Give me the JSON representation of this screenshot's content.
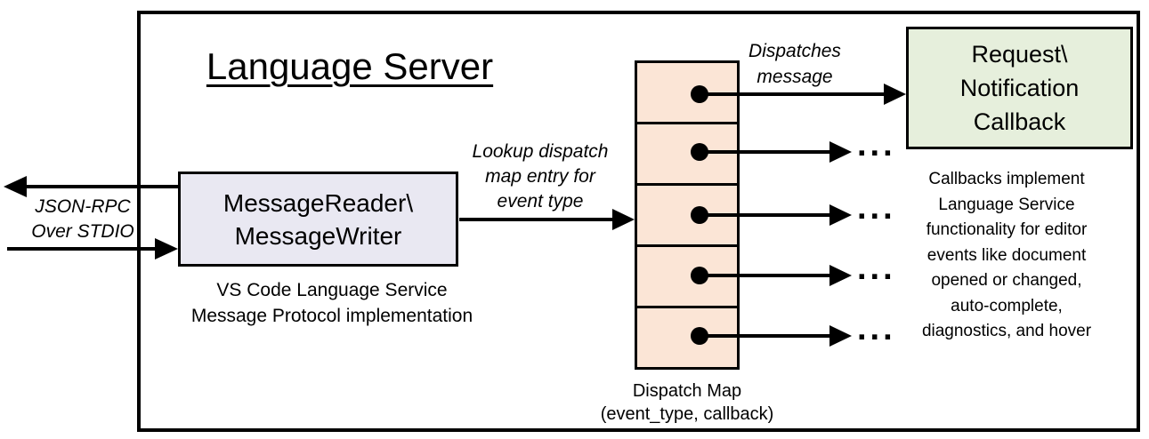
{
  "diagram": {
    "title": "Language Server",
    "io_label": [
      "JSON-RPC",
      "Over STDIO"
    ],
    "reader_writer_box": [
      "MessageReader\\",
      "MessageWriter"
    ],
    "reader_writer_caption": [
      "VS Code Language Service",
      "Message Protocol implementation"
    ],
    "lookup_label": [
      "Lookup dispatch",
      "map entry for",
      "event type"
    ],
    "dispatches_label": [
      "Dispatches",
      "message"
    ],
    "callback_box": [
      "Request\\",
      "Notification",
      "Callback"
    ],
    "callbacks_note": [
      "Callbacks implement",
      "Language Service",
      "functionality for editor",
      "events like document",
      "opened or changed,",
      "auto-complete,",
      "diagnostics, and hover"
    ],
    "dispatch_map_caption": [
      "Dispatch Map",
      "(event_type, callback)"
    ],
    "dispatch_slot_count": 5,
    "ellipsis": "..."
  },
  "colors": {
    "reader_writer_fill": "#e9e8f2",
    "dispatch_map_fill": "#fbe5d6",
    "callback_fill": "#e6efdc",
    "line_color": "#000000"
  }
}
